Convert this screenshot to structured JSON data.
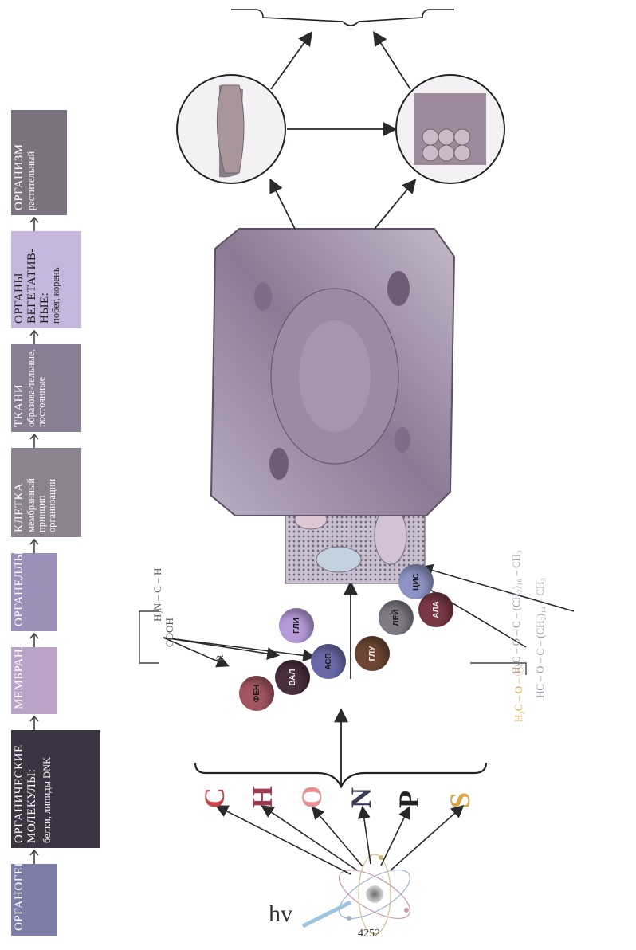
{
  "flow": [
    {
      "title": "ОРГАНОГЕНЫ",
      "subtitle": "",
      "color": "#7b7fa8"
    },
    {
      "title": "ОРГАНИЧЕСКИЕ МОЛЕКУЛЫ:",
      "subtitle": "белки, липиды DNK",
      "color": "#3b3443"
    },
    {
      "title": "МЕМБРАНА",
      "subtitle": "",
      "color": "#b9a4c8"
    },
    {
      "title": "ОРГАНЕЛЛЫ",
      "subtitle": "",
      "color": "#9c8fb8"
    },
    {
      "title": "КЛЕТКА",
      "subtitle": "мембранный принцип организации",
      "color": "#8c8290"
    },
    {
      "title": "ТКАНИ",
      "subtitle": "образова-тельные, постоянные",
      "color": "#8a7f92"
    },
    {
      "title": "ОРГАНЫ ВЕГЕТАТИВ-НЫЕ:",
      "subtitle": "побег, корень",
      "color": "#c6b6dc"
    },
    {
      "title": "ОРГАНИЗМ",
      "subtitle": "растительный",
      "color": "#7d7280"
    }
  ],
  "elements": [
    {
      "symbol": "C",
      "color": "#c9454b"
    },
    {
      "symbol": "H",
      "color": "#a23a4e"
    },
    {
      "symbol": "O",
      "color": "#e58f93"
    },
    {
      "symbol": "N",
      "color": "#3b3b56"
    },
    {
      "symbol": "P",
      "color": "#222222"
    },
    {
      "symbol": "S",
      "color": "#d9a64a"
    }
  ],
  "energy_label": "hv",
  "page_number": "4252",
  "amino_acids": [
    {
      "name": "ФЕН",
      "color": "#a25660"
    },
    {
      "name": "ВАЛ",
      "color": "#4a2f3e"
    },
    {
      "name": "АСП",
      "color": "#6a6aa8"
    },
    {
      "name": "ГЛИ",
      "color": "#b59ad8"
    },
    {
      "name": "ГЛУ",
      "color": "#6d4733"
    },
    {
      "name": "ЛЕЙ",
      "color": "#7f7a86"
    },
    {
      "name": "ЦИС",
      "color": "#8e94c6"
    },
    {
      "name": "АЛА",
      "color": "#7a3845"
    }
  ],
  "amino_formula": {
    "line1": "COOH",
    "line2": "H₂N – C – H",
    "line3": "R"
  },
  "lipid_formula": {
    "row1": "H₂C – O – Ⓟ",
    "row2": "HC – O – C – (CH₂)₁₄ – CH₃",
    "row3": "H₂C – O – C – (CH₂)₁₆ – CH₃",
    "oxy": "O"
  }
}
